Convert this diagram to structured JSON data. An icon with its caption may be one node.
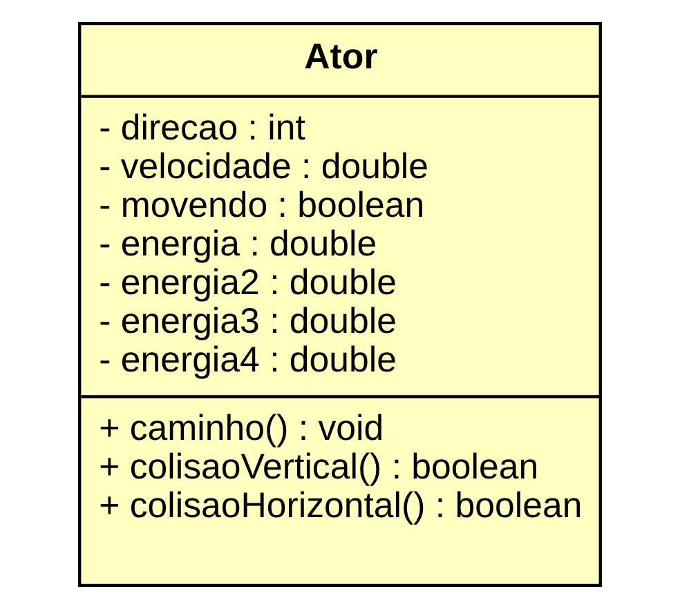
{
  "diagram": {
    "nodes": [
      {
        "text": [
          "Ator",
          "- direcao : int",
          "- velocidade : double",
          "- movendo : boolean",
          "- energia : double",
          "- energia2 : double",
          "- energia3 : double",
          "- energia4 : double",
          "+ caminho() : void",
          "+ colisaoVertical() : boolean",
          "+ colisaoHorizontal() : boolean"
        ]
      }
    ],
    "edges": []
  }
}
